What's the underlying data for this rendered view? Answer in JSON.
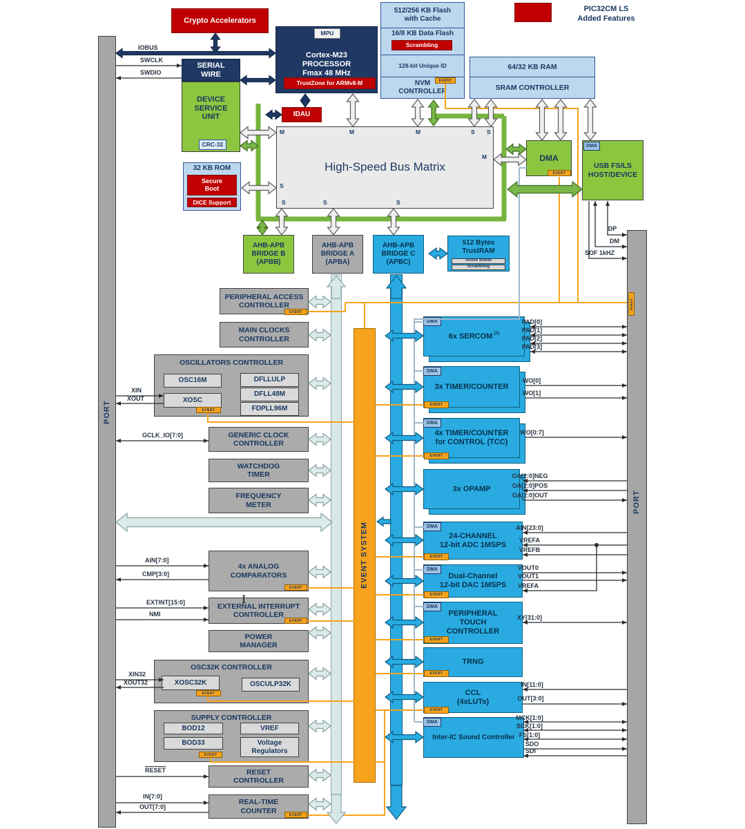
{
  "legend": {
    "line1": "PIC32CM LS",
    "line2": "Added Features"
  },
  "tags": {
    "event": "EVENT",
    "dma": "DMA"
  },
  "ports": {
    "left": "PORT",
    "right": "PORT"
  },
  "bus": {
    "matrix": "High-Speed Bus Matrix",
    "m": "M",
    "s": "S",
    "event_system": "EVENT SYSTEM"
  },
  "blocks": {
    "crypto": "Crypto Accelerators",
    "mpu": "MPU",
    "cpu": "Cortex-M23\nPROCESSOR\nFmax 48 MHz",
    "trustzone": "TrustZone for ARMv8-M",
    "serial": "SERIAL\nWIRE",
    "dsu": "DEVICE\nSERVICE\nUNIT",
    "crc": "CRC-32",
    "idau": "IDAU",
    "rom": "32 KB ROM",
    "secure_boot": "Secure\nBoot",
    "dice": "DICE Support",
    "flash": "512/256 KB Flash\nwith Cache",
    "data_flash": "16/8 KB Data Flash",
    "scrambling": "Scrambling",
    "unique_id": "128-bit  Unique ID",
    "nvm": "NVM\nCONTROLLER",
    "ram": "64/32 KB RAM",
    "sram": "SRAM CONTROLLER",
    "dma": "DMA",
    "usb": "USB FS/LS\nHOST/DEVICE",
    "bridge_b": "AHB-APB\nBRIDGE B\n(APBB)",
    "bridge_a": "AHB-APB\nBRIDGE A\n(APBA)",
    "bridge_c": "AHB-APB\nBRIDGE C\n(APBC)",
    "trustram": "512 Bytes\nTrustRAM",
    "active_shield": "Active Shield",
    "tr_scrambling": "Scrambling",
    "pac": "PERIPHERAL ACCESS\nCONTROLLER",
    "mclk": "MAIN CLOCKS\nCONTROLLER",
    "osc": "OSCILLATORS CONTROLLER",
    "osc16m": "OSC16M",
    "xosc": "XOSC",
    "dfllulp": "DFLLULP",
    "dfll48m": "DFLL48M",
    "fdpll96m": "FDPLL96M",
    "gclk": "GENERIC CLOCK\nCONTROLLER",
    "wdt": "WATCHDOG\nTIMER",
    "fm": "FREQUENCY\nMETER",
    "ac": "4x ANALOG\nCOMPARATORS",
    "eic": "EXTERNAL INTERRUPT\nCONTROLLER",
    "pm": "POWER\nMANAGER",
    "osc32k": "OSC32K CONTROLLER",
    "xosc32k": "XOSC32K",
    "osculp32k": "OSCULP32K",
    "supc": "SUPPLY CONTROLLER",
    "bod12": "BOD12",
    "bod33": "BOD33",
    "vref": "VREF",
    "vreg": "Voltage\nRegulators",
    "rstc": "RESET\nCONTROLLER",
    "rtc": "REAL-TIME\nCOUNTER",
    "sercom": "6x SERCOM",
    "sercom_sup": "(2)",
    "tc": "3x TIMER/COUNTER",
    "tcc": "4x TIMER/COUNTER\nfor CONTROL (TCC)",
    "opamp": "3x OPAMP",
    "adc": "24-CHANNEL\n12-bit ADC 1MSPS",
    "dac": "Dual-Channel\n12-bit DAC 1MSPS",
    "ptc": "PERIPHERAL\nTOUCH\nCONTROLLER",
    "trng": "TRNG",
    "ccl": "CCL\n(4xLUTs)",
    "i2s": "Inter-IC Sound Controller"
  },
  "signals": {
    "iobus": "IOBUS",
    "swclk": "SWCLK",
    "swdio": "SWDIO",
    "xin": "XIN",
    "xout": "XOUT",
    "gclk_io": "GCLK_IO[7:0]",
    "ain7": "AIN[7:0]",
    "cmp": "CMP[3:0]",
    "extint": "EXTINT[15:0]",
    "nmi": "NMI",
    "xin32": "XIN32",
    "xout32": "XOUT32",
    "reset": "RESET",
    "in7": "IN[7:0]",
    "out7": "OUT[7:0]",
    "pad0": "PAD[0]",
    "pad1": "PAD[1]",
    "pad2": "PAD[2]",
    "pad3": "PAD[3]",
    "wo0": "WO[0]",
    "wo1": "WO[1]",
    "wo07": "WO[0:7]",
    "oa_neg": "OA[2:0]NEG",
    "oa_pos": "OA[2:0]POS",
    "oa_out": "OA[2:0]OUT",
    "ain23": "AIN[23:0]",
    "vrefa": "VREFA",
    "vrefb": "VREFB",
    "vout0": "VOUT0",
    "vout1": "VOUT1",
    "vrefa2": "VREFA",
    "xy": "XY[31:0]",
    "in11": "IN[11:0]",
    "out3": "OUT[3:0]",
    "mck": "MCK[1:0]",
    "sck": "SCK[1:0]",
    "fs": "FS[1:0]",
    "sdo": "SDO",
    "sdi": "SDI",
    "dp": "DP",
    "dm": "DM",
    "sof": "SOF 1kHZ"
  },
  "colors": {
    "added_feature_red": "#C00000",
    "green": "#8CC63F",
    "cyan": "#29ABE2",
    "orange": "#F6A21C",
    "navy": "#1F3864",
    "memory_blue": "#BDD7EE",
    "gray": "#ABABAB"
  }
}
